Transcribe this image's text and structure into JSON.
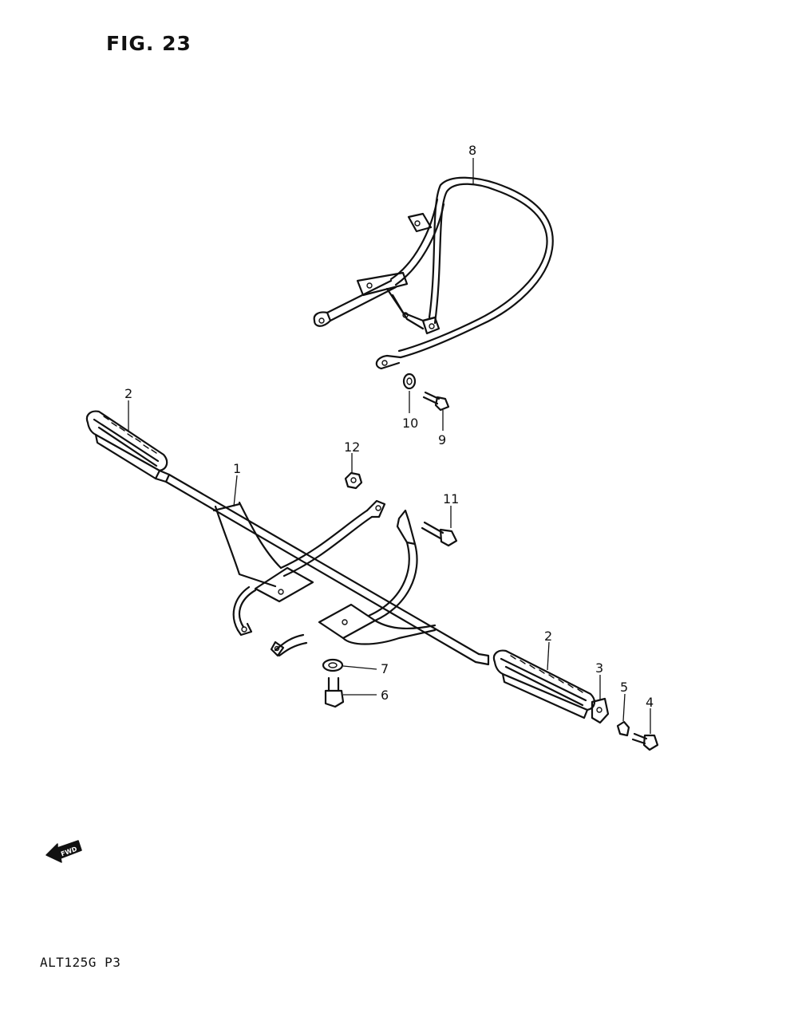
{
  "figure": {
    "title": "FIG. 23"
  },
  "footer": {
    "model_code": "ALT125G P3"
  },
  "fwd_badge": {
    "label": "FWD",
    "icon": "fwd-arrow-icon"
  },
  "callouts": [
    {
      "id": "1",
      "label": "1"
    },
    {
      "id": "2a",
      "label": "2"
    },
    {
      "id": "2b",
      "label": "2"
    },
    {
      "id": "3",
      "label": "3"
    },
    {
      "id": "4",
      "label": "4"
    },
    {
      "id": "5",
      "label": "5"
    },
    {
      "id": "6",
      "label": "6"
    },
    {
      "id": "7",
      "label": "7"
    },
    {
      "id": "8",
      "label": "8"
    },
    {
      "id": "9",
      "label": "9"
    },
    {
      "id": "10",
      "label": "10"
    },
    {
      "id": "11",
      "label": "11"
    },
    {
      "id": "12",
      "label": "12"
    }
  ]
}
